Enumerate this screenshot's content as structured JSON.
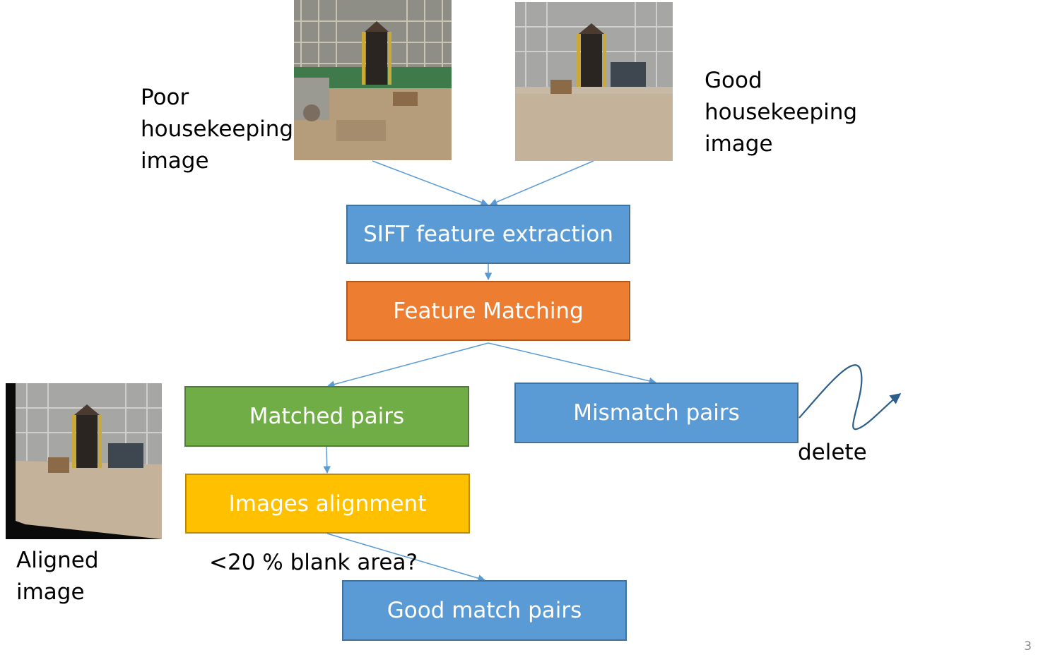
{
  "labels": {
    "poor": "Poor\nhousekeeping\nimage",
    "good": "Good\nhousekeeping\nimage",
    "aligned": "Aligned\nimage",
    "delete": "delete",
    "blank_area": "<20 % blank area?"
  },
  "boxes": {
    "sift": "SIFT feature extraction",
    "matching": "Feature Matching",
    "matched": "Matched pairs",
    "mismatch": "Mismatch pairs",
    "alignment": "Images alignment",
    "good_match": "Good match pairs"
  },
  "colors": {
    "blue": "#5b9bd5",
    "blue_border": "#41719c",
    "orange": "#ed7d31",
    "orange_border": "#ae5a21",
    "green": "#70ad47",
    "green_border": "#507e32",
    "yellow": "#ffc000",
    "yellow_border": "#bc8c00",
    "arrow": "#5b9bd5",
    "squiggle": "#2e5f8a"
  },
  "page_number": "3"
}
